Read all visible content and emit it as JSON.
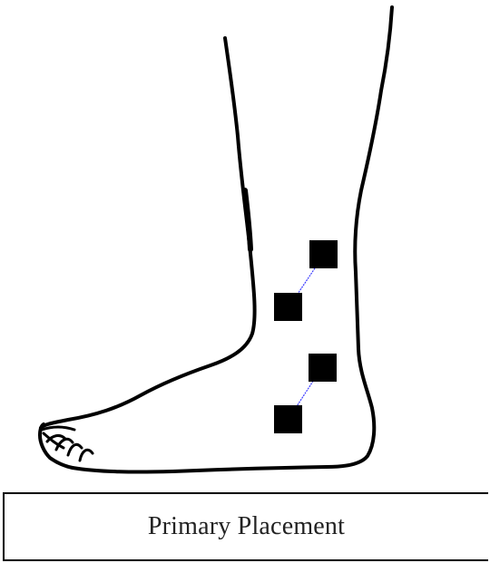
{
  "caption": {
    "text": "Primary Placement"
  },
  "colors": {
    "outline": "#000000",
    "electrode": "#000000",
    "lead_wire": "#3b3bff",
    "background": "#ffffff"
  },
  "electrodes": [
    {
      "pair": 1,
      "position": "upper"
    },
    {
      "pair": 1,
      "position": "lower"
    },
    {
      "pair": 2,
      "position": "upper"
    },
    {
      "pair": 2,
      "position": "lower"
    }
  ]
}
